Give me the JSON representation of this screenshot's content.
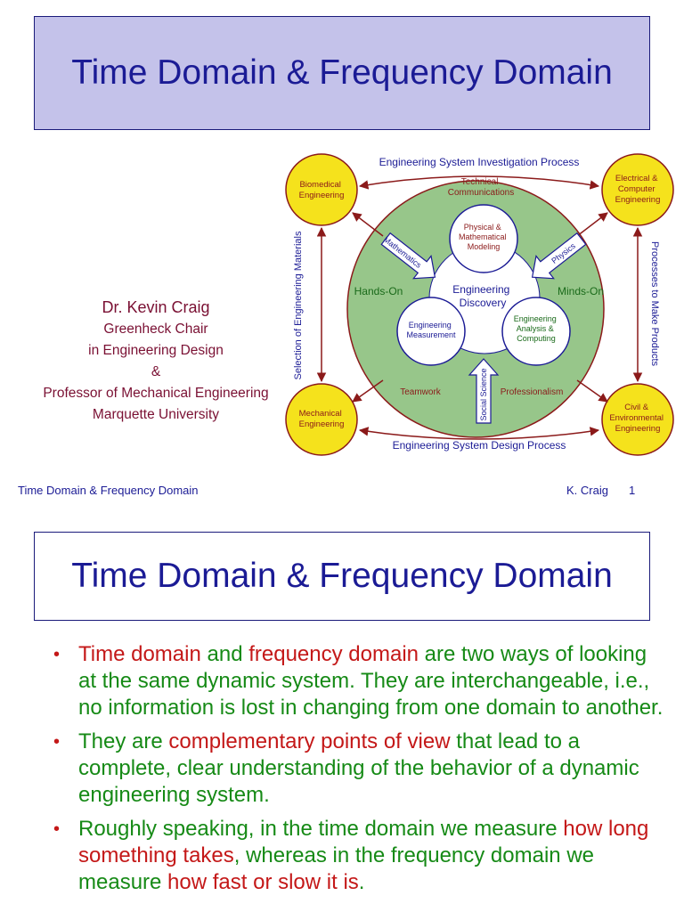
{
  "slide1": {
    "title": "Time Domain & Frequency Domain",
    "author": {
      "name": "Dr. Kevin Craig",
      "line1": "Greenheck Chair",
      "line2": "in Engineering Design",
      "line3": "&",
      "line4": "Professor of Mechanical Engineering",
      "line5": "Marquette University"
    },
    "diagram": {
      "top_label": "Engineering System Investigation Process",
      "bottom_label": "Engineering System Design Process",
      "left_label": "Selection of Engineering Materials",
      "right_label": "Processes to Make Products",
      "corner_tl": [
        "Biomedical",
        "Engineering"
      ],
      "corner_tr": [
        "Electrical &",
        "Computer",
        "Engineering"
      ],
      "corner_bl": [
        "Mechanical",
        "Engineering"
      ],
      "corner_br": [
        "Civil &",
        "Environmental",
        "Engineering"
      ],
      "technical": [
        "Technical",
        "Communications"
      ],
      "hands_on": "Hands-On",
      "minds_on": "Minds-On",
      "teamwork": "Teamwork",
      "professionalism": "Professionalism",
      "center": [
        "Engineering",
        "Discovery"
      ],
      "physical": [
        "Physical &",
        "Mathematical",
        "Modeling"
      ],
      "measurement": [
        "Engineering",
        "Measurement"
      ],
      "analysis": [
        "Engineering",
        "Analysis &",
        "Computing"
      ],
      "mathematics": "Mathematics",
      "physics": "Physics",
      "social_science": "Social Science",
      "colors": {
        "corner_fill": "#f5e21c",
        "green_fill": "#97c68a",
        "ring_stroke": "#8b1a1a",
        "arrow": "#8b1a1a",
        "text_blue": "#1b1b95",
        "text_red": "#8b1a1a",
        "text_green": "#1a6a1a"
      }
    },
    "footer_left": "Time Domain & Frequency Domain",
    "footer_right": "K. Craig",
    "page_number": "1"
  },
  "slide2": {
    "title": "Time Domain & Frequency Domain",
    "bullets": [
      {
        "seg": [
          "Time domain",
          " and ",
          "frequency domain",
          " are two ways of looking at the same dynamic system.  They are interchangeable, i.e., no information is lost in changing from one domain to another."
        ]
      },
      {
        "seg": [
          "They are ",
          "complementary points of view",
          " that lead to a complete, clear understanding of the behavior of a dynamic engineering system."
        ]
      },
      {
        "seg": [
          "Roughly speaking, in the time domain we measure ",
          "how long something takes",
          ", whereas in the frequency domain we measure ",
          "how fast or slow it is",
          "."
        ]
      }
    ]
  }
}
